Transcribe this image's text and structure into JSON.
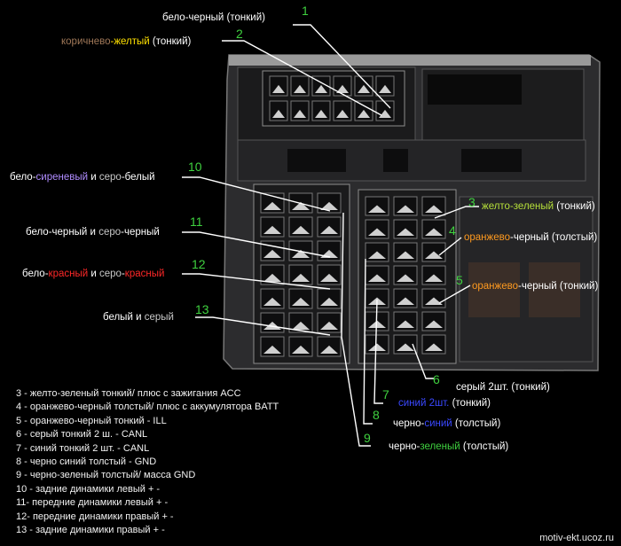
{
  "colors": {
    "white": "#ffffff",
    "gray": "#c8c8c8",
    "lilac": "#b08cff",
    "red": "#ff2828",
    "yellow": "#ffe100",
    "yellowgreen": "#b6e03a",
    "orange": "#ff9a1f",
    "blue": "#3a48ff",
    "green": "#3fd13f",
    "brown": "#a07858"
  },
  "labels": {
    "l1": {
      "segments": [
        {
          "text": "бело-черный (тонкий)",
          "color": "white"
        }
      ]
    },
    "l2": {
      "segments": [
        {
          "text": "коричнево",
          "color": "brown"
        },
        {
          "text": "-желтый",
          "color": "yellow"
        },
        {
          "text": " (тонкий)",
          "color": "white"
        }
      ]
    },
    "l10": {
      "segments": [
        {
          "text": "бело-",
          "color": "white"
        },
        {
          "text": "сиреневый",
          "color": "lilac"
        },
        {
          "text": " и ",
          "color": "white"
        },
        {
          "text": "серо",
          "color": "gray"
        },
        {
          "text": "-белый",
          "color": "white"
        }
      ]
    },
    "l11": {
      "segments": [
        {
          "text": "бело-черный и ",
          "color": "white"
        },
        {
          "text": "серо",
          "color": "gray"
        },
        {
          "text": "-черный",
          "color": "white"
        }
      ]
    },
    "l12": {
      "segments": [
        {
          "text": "бело-",
          "color": "white"
        },
        {
          "text": "красный",
          "color": "red"
        },
        {
          "text": " и ",
          "color": "white"
        },
        {
          "text": "серо",
          "color": "gray"
        },
        {
          "text": "-",
          "color": "white"
        },
        {
          "text": "красный",
          "color": "red"
        }
      ]
    },
    "l13": {
      "segments": [
        {
          "text": "белый и ",
          "color": "white"
        },
        {
          "text": "серый",
          "color": "gray"
        }
      ]
    },
    "l3": {
      "segments": [
        {
          "text": "желто-зеленый",
          "color": "yellowgreen"
        },
        {
          "text": " (тонкий)",
          "color": "white"
        }
      ]
    },
    "l4": {
      "segments": [
        {
          "text": "оранжево",
          "color": "orange"
        },
        {
          "text": "-черный (толстый)",
          "color": "white"
        }
      ]
    },
    "l5": {
      "segments": [
        {
          "text": "оранжево",
          "color": "orange"
        },
        {
          "text": "-черный (тонкий)",
          "color": "white"
        }
      ]
    },
    "l6": {
      "segments": [
        {
          "text": "серый 2шт. (тонкий)",
          "color": "white"
        }
      ]
    },
    "l7": {
      "segments": [
        {
          "text": "синий 2шт.",
          "color": "blue"
        },
        {
          "text": " (тонкий)",
          "color": "white"
        }
      ]
    },
    "l8": {
      "segments": [
        {
          "text": "черно-",
          "color": "white"
        },
        {
          "text": "синий",
          "color": "blue"
        },
        {
          "text": " (толстый)",
          "color": "white"
        }
      ]
    },
    "l9": {
      "segments": [
        {
          "text": "черно-",
          "color": "white"
        },
        {
          "text": "зеленый",
          "color": "green"
        },
        {
          "text": " (толстый)",
          "color": "white"
        }
      ]
    }
  },
  "numbers": {
    "n1": "1",
    "n2": "2",
    "n3": "3",
    "n4": "4",
    "n5": "5",
    "n6": "6",
    "n7": "7",
    "n8": "8",
    "n9": "9",
    "n10": "10",
    "n11": "11",
    "n12": "12",
    "n13": "13"
  },
  "legend": [
    "3 - желто-зеленый тонкий/ плюс с зажигания ACC",
    "4 - оранжево-черный толстый/ плюс с аккумулятора BATT",
    "5 - оранжево-черный тонкий - ILL",
    "6 - серый тонкий 2 ш. - CANL",
    "7 - синий тонкий 2 шт. - CANL",
    "8 - черно синий толстый - GND",
    "9 - черно-зеленый толстый/ масса GND",
    "10 - задние динамики левый + -",
    "11- передние динамики левый + -",
    "12- передние динамики правый + -",
    "13 - задние динамики правый  + -"
  ],
  "site": "motiv-ekt.ucoz.ru"
}
